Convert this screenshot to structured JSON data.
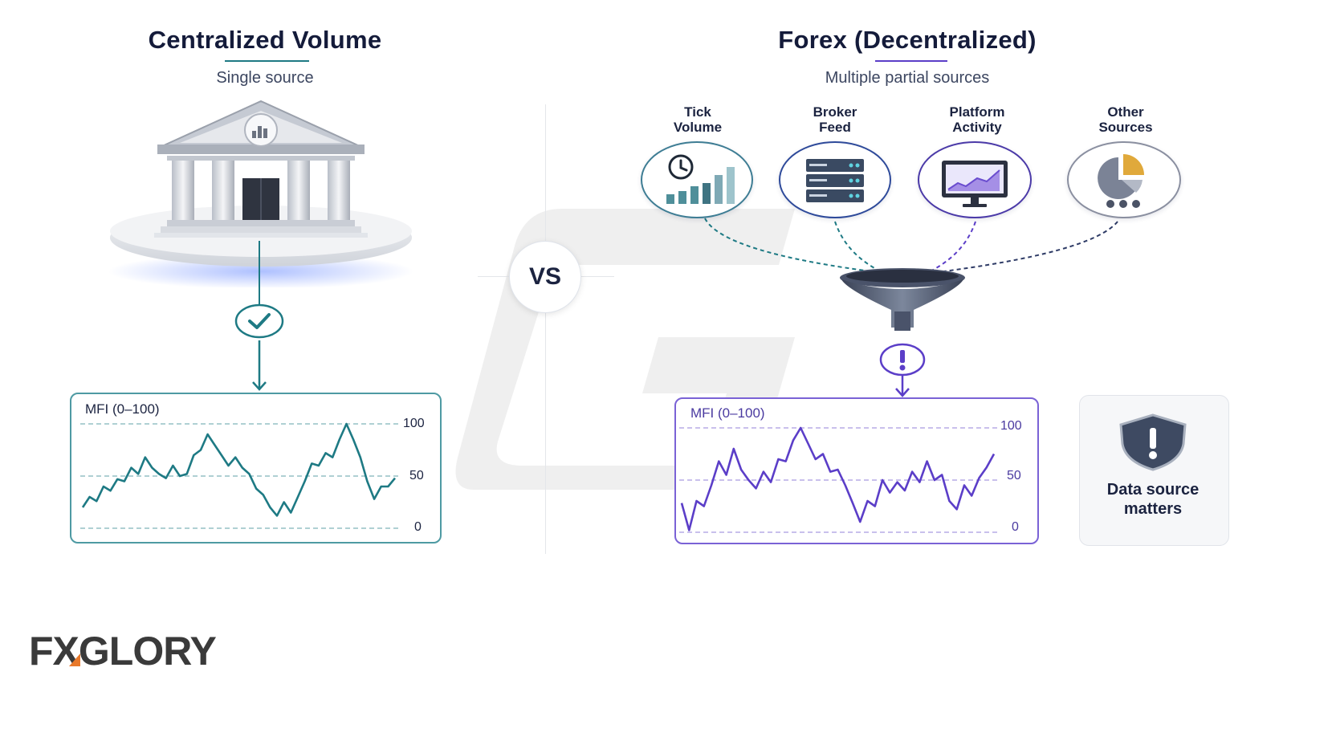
{
  "left": {
    "title": "Centralized Volume",
    "subtitle": "Single source",
    "chart_title": "MFI (0–100)",
    "ticks": [
      "100",
      "50",
      "0"
    ]
  },
  "vs_label": "VS",
  "right": {
    "title": "Forex (Decentralized)",
    "subtitle": "Multiple partial sources",
    "sources": [
      {
        "label": "Tick\nVolume",
        "icon": "clock-bar-chart-icon"
      },
      {
        "label": "Broker\nFeed",
        "icon": "server-icon"
      },
      {
        "label": "Platform\nActivity",
        "icon": "monitor-chart-icon"
      },
      {
        "label": "Other\nSources",
        "icon": "pie-chart-icon"
      }
    ],
    "chart_title": "MFI (0–100)",
    "ticks": [
      "100",
      "50",
      "0"
    ],
    "card_text": "Data source matters"
  },
  "logo": {
    "text": "FXGLORY"
  },
  "colors": {
    "teal": "#1e7a84",
    "purple": "#5b3ec8",
    "navy": "#141b3a"
  },
  "chart_data": [
    {
      "type": "line",
      "title": "MFI (0–100)",
      "ylim": [
        0,
        100
      ],
      "yticks": [
        0,
        50,
        100
      ],
      "series": [
        {
          "values": [
            20,
            30,
            26,
            40,
            36,
            47,
            45,
            58,
            52,
            68,
            58,
            52,
            48,
            60,
            50,
            52,
            70,
            75,
            90,
            80,
            70,
            60,
            68,
            58,
            52,
            38,
            32,
            20,
            12,
            25,
            15,
            30,
            45,
            62,
            60,
            72,
            68,
            85,
            100,
            85,
            68,
            45,
            28,
            40,
            40,
            48
          ]
        }
      ]
    },
    {
      "type": "line",
      "title": "MFI (0–100)",
      "ylim": [
        0,
        100
      ],
      "yticks": [
        0,
        50,
        100
      ],
      "series": [
        {
          "values": [
            28,
            2,
            30,
            25,
            45,
            68,
            55,
            80,
            60,
            50,
            42,
            58,
            48,
            70,
            68,
            88,
            100,
            85,
            70,
            75,
            58,
            60,
            45,
            28,
            10,
            30,
            25,
            50,
            38,
            48,
            40,
            58,
            48,
            68,
            50,
            55,
            30,
            22,
            45,
            35,
            52,
            62,
            75
          ]
        }
      ]
    }
  ]
}
